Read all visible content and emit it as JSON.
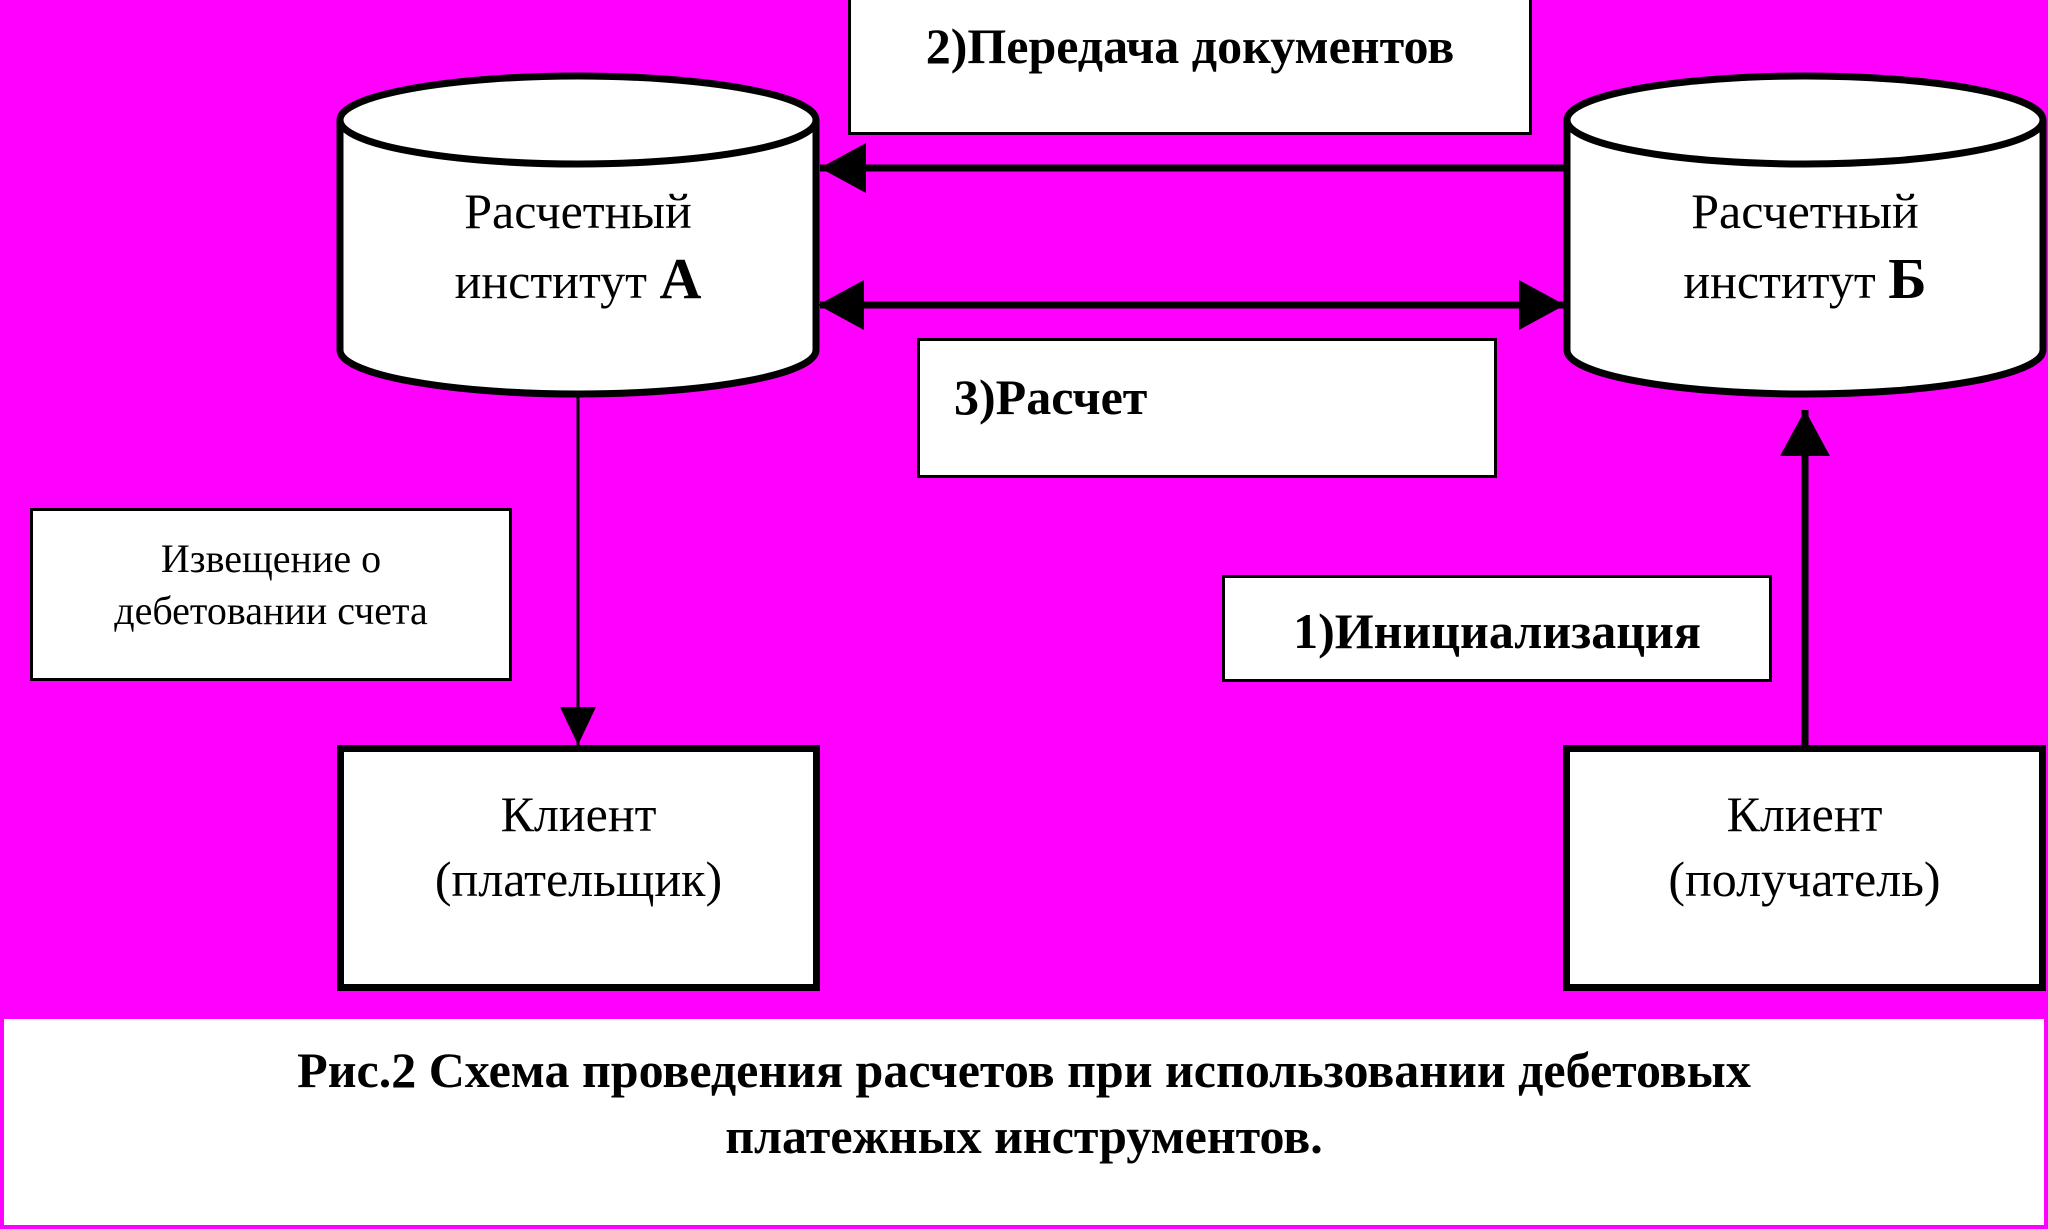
{
  "colors": {
    "background": "#ff00ff",
    "box_fill": "#ffffff",
    "stroke": "#000000"
  },
  "bank_a": {
    "line1": "Расчетный",
    "line2_prefix": "институт",
    "line2_letter": "А"
  },
  "bank_b": {
    "line1": "Расчетный",
    "line2_prefix": "институт",
    "line2_letter": "Б"
  },
  "step_documents": "2)Передача документов",
  "step_settlement": "3)Расчет",
  "step_initialization": "1)Инициализация",
  "notice": {
    "line1": "Извещение о",
    "line2": "дебетовании счета"
  },
  "client_payer": {
    "line1": "Клиент",
    "line2": "(плательщик)"
  },
  "client_recipient": {
    "line1": "Клиент",
    "line2": "(получатель)"
  },
  "caption": {
    "line1": "Рис.2 Схема проведения расчетов  при использовании дебетовых",
    "line2": "платежных инструментов."
  }
}
